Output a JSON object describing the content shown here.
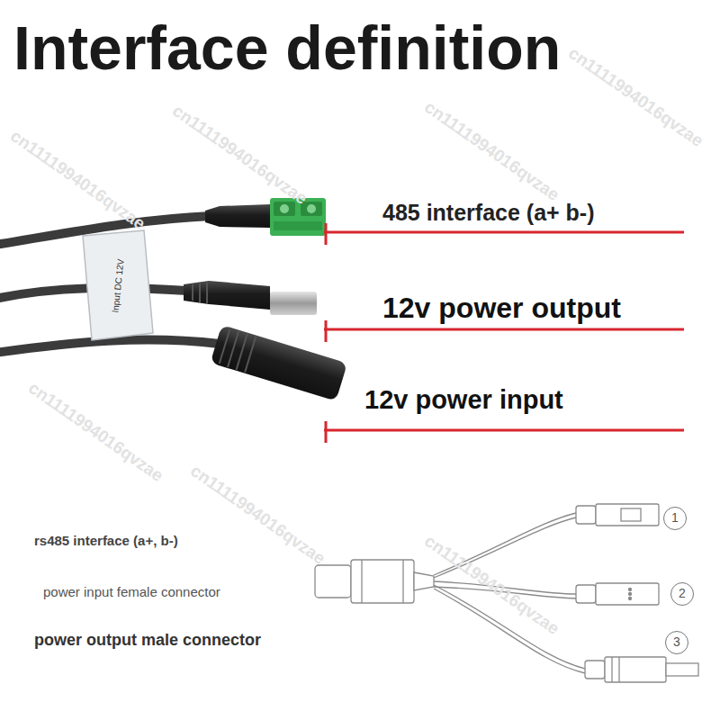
{
  "diagram": {
    "title": "Interface definition",
    "nodes": [
      {
        "text": [
          "Input DC 12V"
        ]
      },
      {
        "text": [
          "1"
        ]
      },
      {
        "text": [
          "2"
        ]
      },
      {
        "text": [
          "3"
        ]
      }
    ],
    "labels": [
      "485 interface (a+ b-)",
      "12v power output",
      "12v power input",
      "rs485 interface (a+, b-)",
      "power input female connector",
      "power output male connector",
      "cn1111994016qvzae",
      "cn1111994016qvzae",
      "cn1111994016qvzae",
      "cn1111994016qvzae",
      "cn1111994016qvzae",
      "cn1111994016qvzae",
      "cn1111994016qvzae"
    ]
  }
}
